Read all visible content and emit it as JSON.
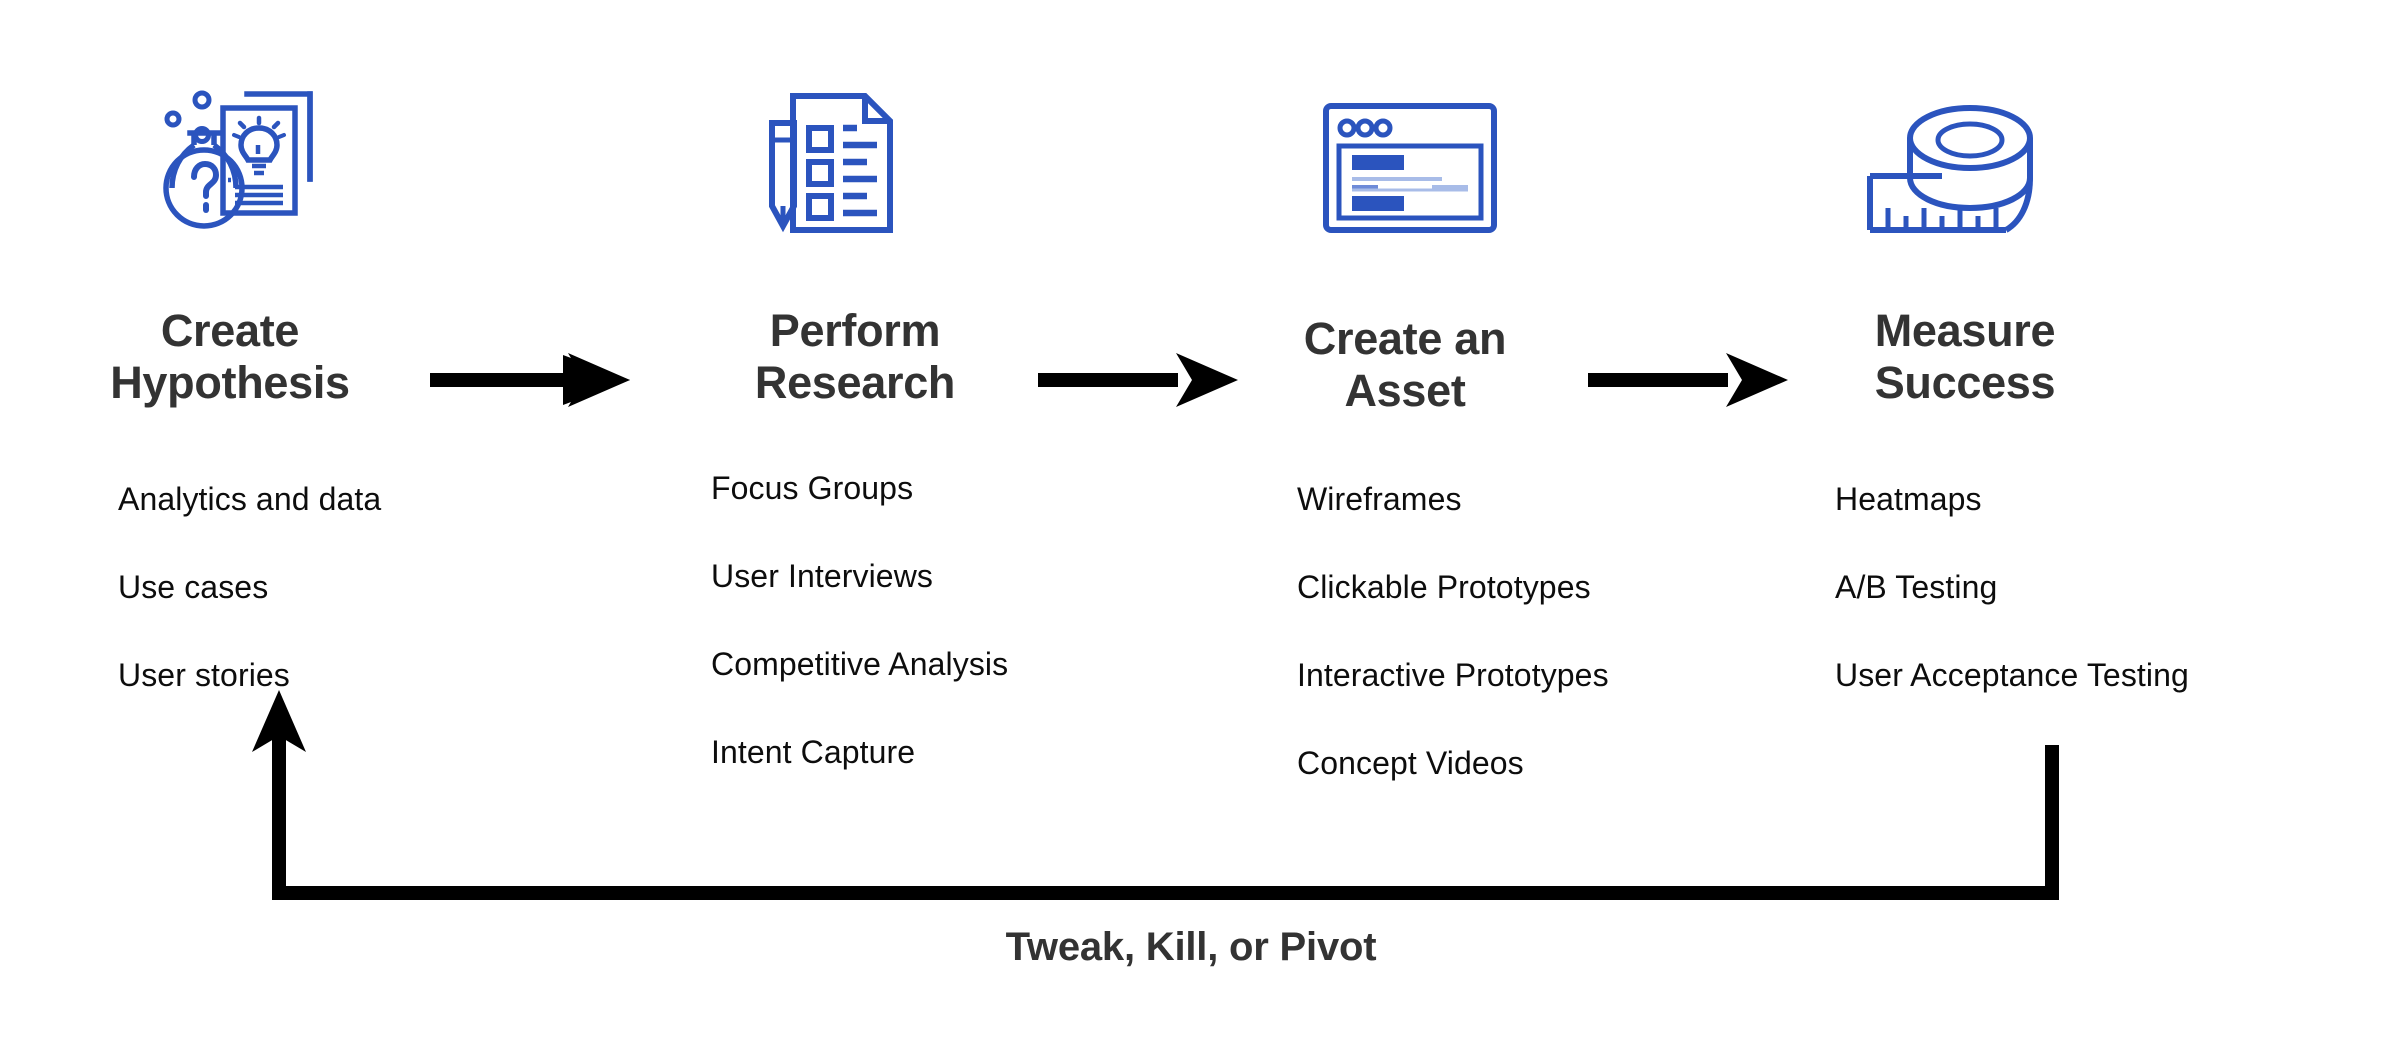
{
  "theme": {
    "icon_blue": "#2B54BE",
    "heading_color": "#333333",
    "body_color": "#0D0D0D",
    "arrow_color": "#000000",
    "background": "#FFFFFF"
  },
  "stages": [
    {
      "icon": "flask-question-document-lightbulb-icon",
      "title": "Create\nHypothesis",
      "items": [
        "Analytics and data",
        "Use cases",
        "User stories"
      ]
    },
    {
      "icon": "checklist-document-pencil-icon",
      "title": "Perform\nResearch",
      "items": [
        "Focus Groups",
        "User Interviews",
        "Competitive Analysis",
        "Intent Capture"
      ]
    },
    {
      "icon": "browser-wireframe-window-icon",
      "title": "Create an\nAsset",
      "items": [
        "Wireframes",
        "Clickable Prototypes",
        "Interactive Prototypes",
        "Concept Videos"
      ]
    },
    {
      "icon": "measuring-tape-roll-icon",
      "title": "Measure\nSuccess",
      "items": [
        "Heatmaps",
        "A/B Testing",
        "User Acceptance Testing"
      ]
    }
  ],
  "flow_arrows": [
    {
      "name": "arrow-create-hypothesis-to-perform-research"
    },
    {
      "name": "arrow-perform-research-to-create-an-asset"
    },
    {
      "name": "arrow-create-an-asset-to-measure-success"
    }
  ],
  "feedback": {
    "caption": "Tweak, Kill, or Pivot",
    "arrow_name": "feedback-loop-arrow"
  }
}
